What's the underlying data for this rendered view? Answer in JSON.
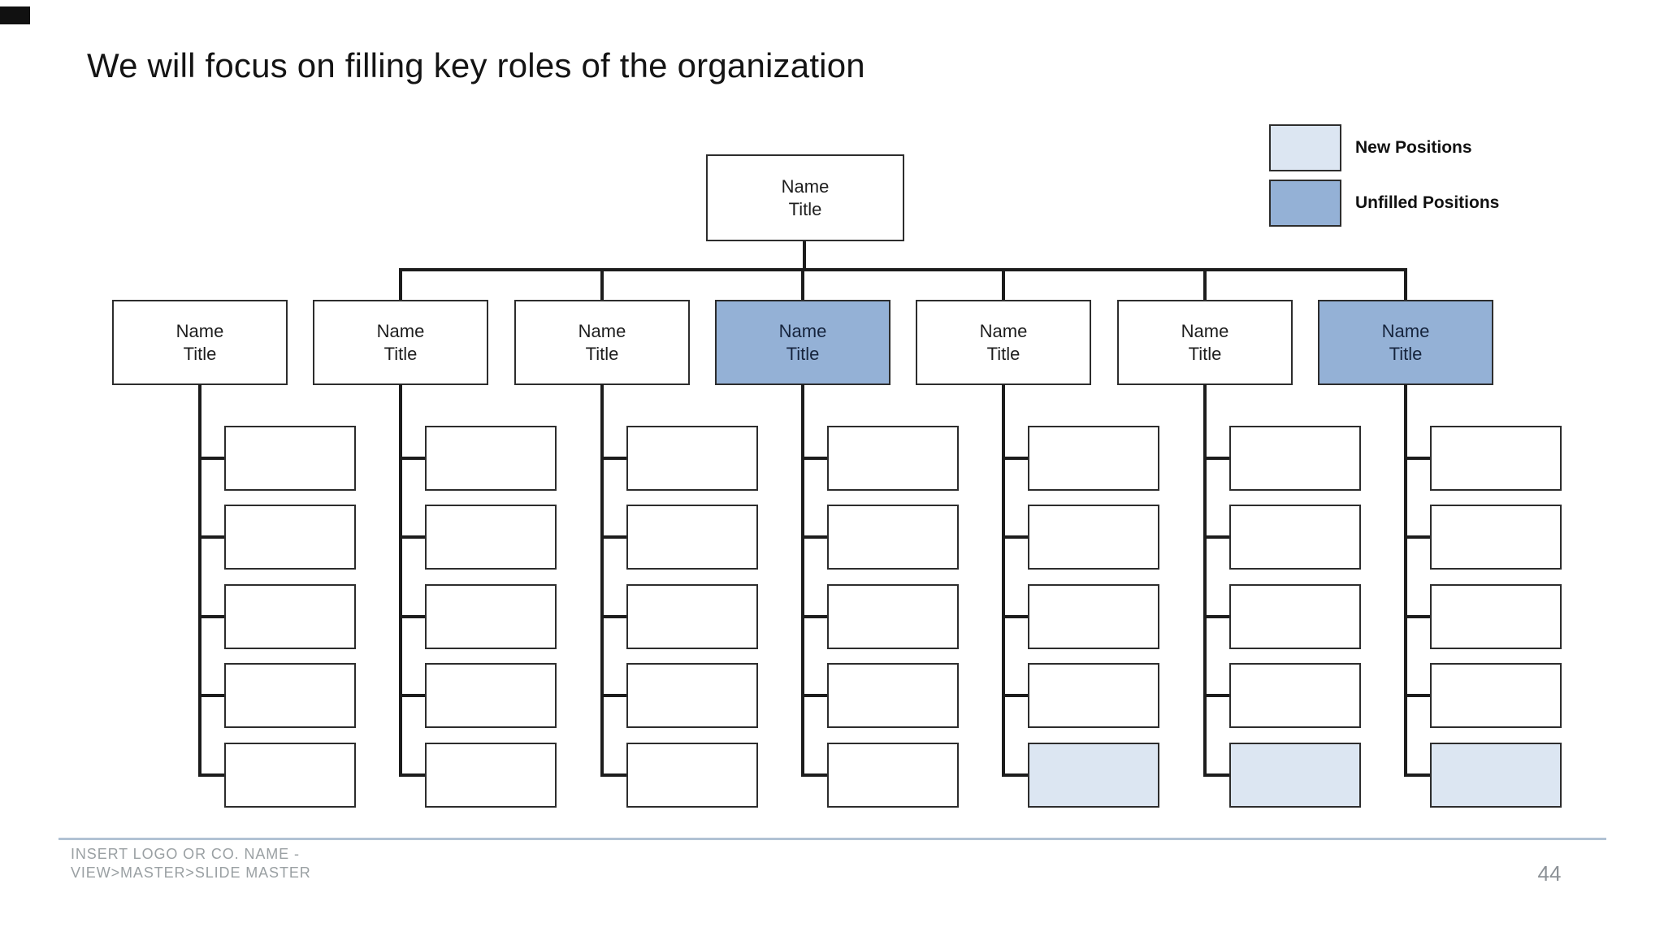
{
  "slide": {
    "title": "We will focus on filling key roles of the organization",
    "page_number": "44",
    "footer": [
      "INSERT LOGO OR CO. NAME -",
      "VIEW>MASTER>SLIDE MASTER"
    ]
  },
  "legend": [
    {
      "label": "New Positions",
      "status": "new"
    },
    {
      "label": "Unfilled Positions",
      "status": "unfilled"
    }
  ],
  "palette": {
    "new_fill": "#dce6f2",
    "unfilled_fill": "#94b1d6",
    "box_border": "#2d2d2d",
    "connector": "#1c1c1c",
    "divider": "#b1c2d4",
    "footer_text": "#9aa0a3"
  },
  "org_chart": {
    "root": {
      "name": "Name",
      "title": "Title",
      "status": "filled"
    },
    "columns": [
      {
        "head": {
          "name": "Name",
          "title": "Title",
          "status": "filled"
        },
        "connected_to_parent": false,
        "children": [
          "empty",
          "empty",
          "empty",
          "empty",
          "empty"
        ]
      },
      {
        "head": {
          "name": "Name",
          "title": "Title",
          "status": "filled"
        },
        "connected_to_parent": true,
        "children": [
          "empty",
          "empty",
          "empty",
          "empty",
          "empty"
        ]
      },
      {
        "head": {
          "name": "Name",
          "title": "Title",
          "status": "filled"
        },
        "connected_to_parent": true,
        "children": [
          "empty",
          "empty",
          "empty",
          "empty",
          "empty"
        ]
      },
      {
        "head": {
          "name": "Name",
          "title": "Title",
          "status": "unfilled"
        },
        "connected_to_parent": true,
        "children": [
          "empty",
          "empty",
          "empty",
          "empty",
          "empty"
        ]
      },
      {
        "head": {
          "name": "Name",
          "title": "Title",
          "status": "filled"
        },
        "connected_to_parent": true,
        "children": [
          "empty",
          "empty",
          "empty",
          "empty",
          "new"
        ]
      },
      {
        "head": {
          "name": "Name",
          "title": "Title",
          "status": "filled"
        },
        "connected_to_parent": true,
        "children": [
          "empty",
          "empty",
          "empty",
          "empty",
          "new"
        ]
      },
      {
        "head": {
          "name": "Name",
          "title": "Title",
          "status": "unfilled"
        },
        "connected_to_parent": true,
        "children": [
          "empty",
          "empty",
          "empty",
          "empty",
          "new"
        ]
      }
    ]
  }
}
